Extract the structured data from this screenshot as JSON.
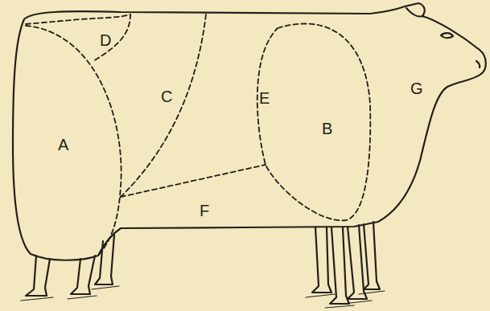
{
  "diagram": {
    "labels": [
      "D",
      "C",
      "E",
      "B",
      "G",
      "A",
      "F"
    ]
  }
}
